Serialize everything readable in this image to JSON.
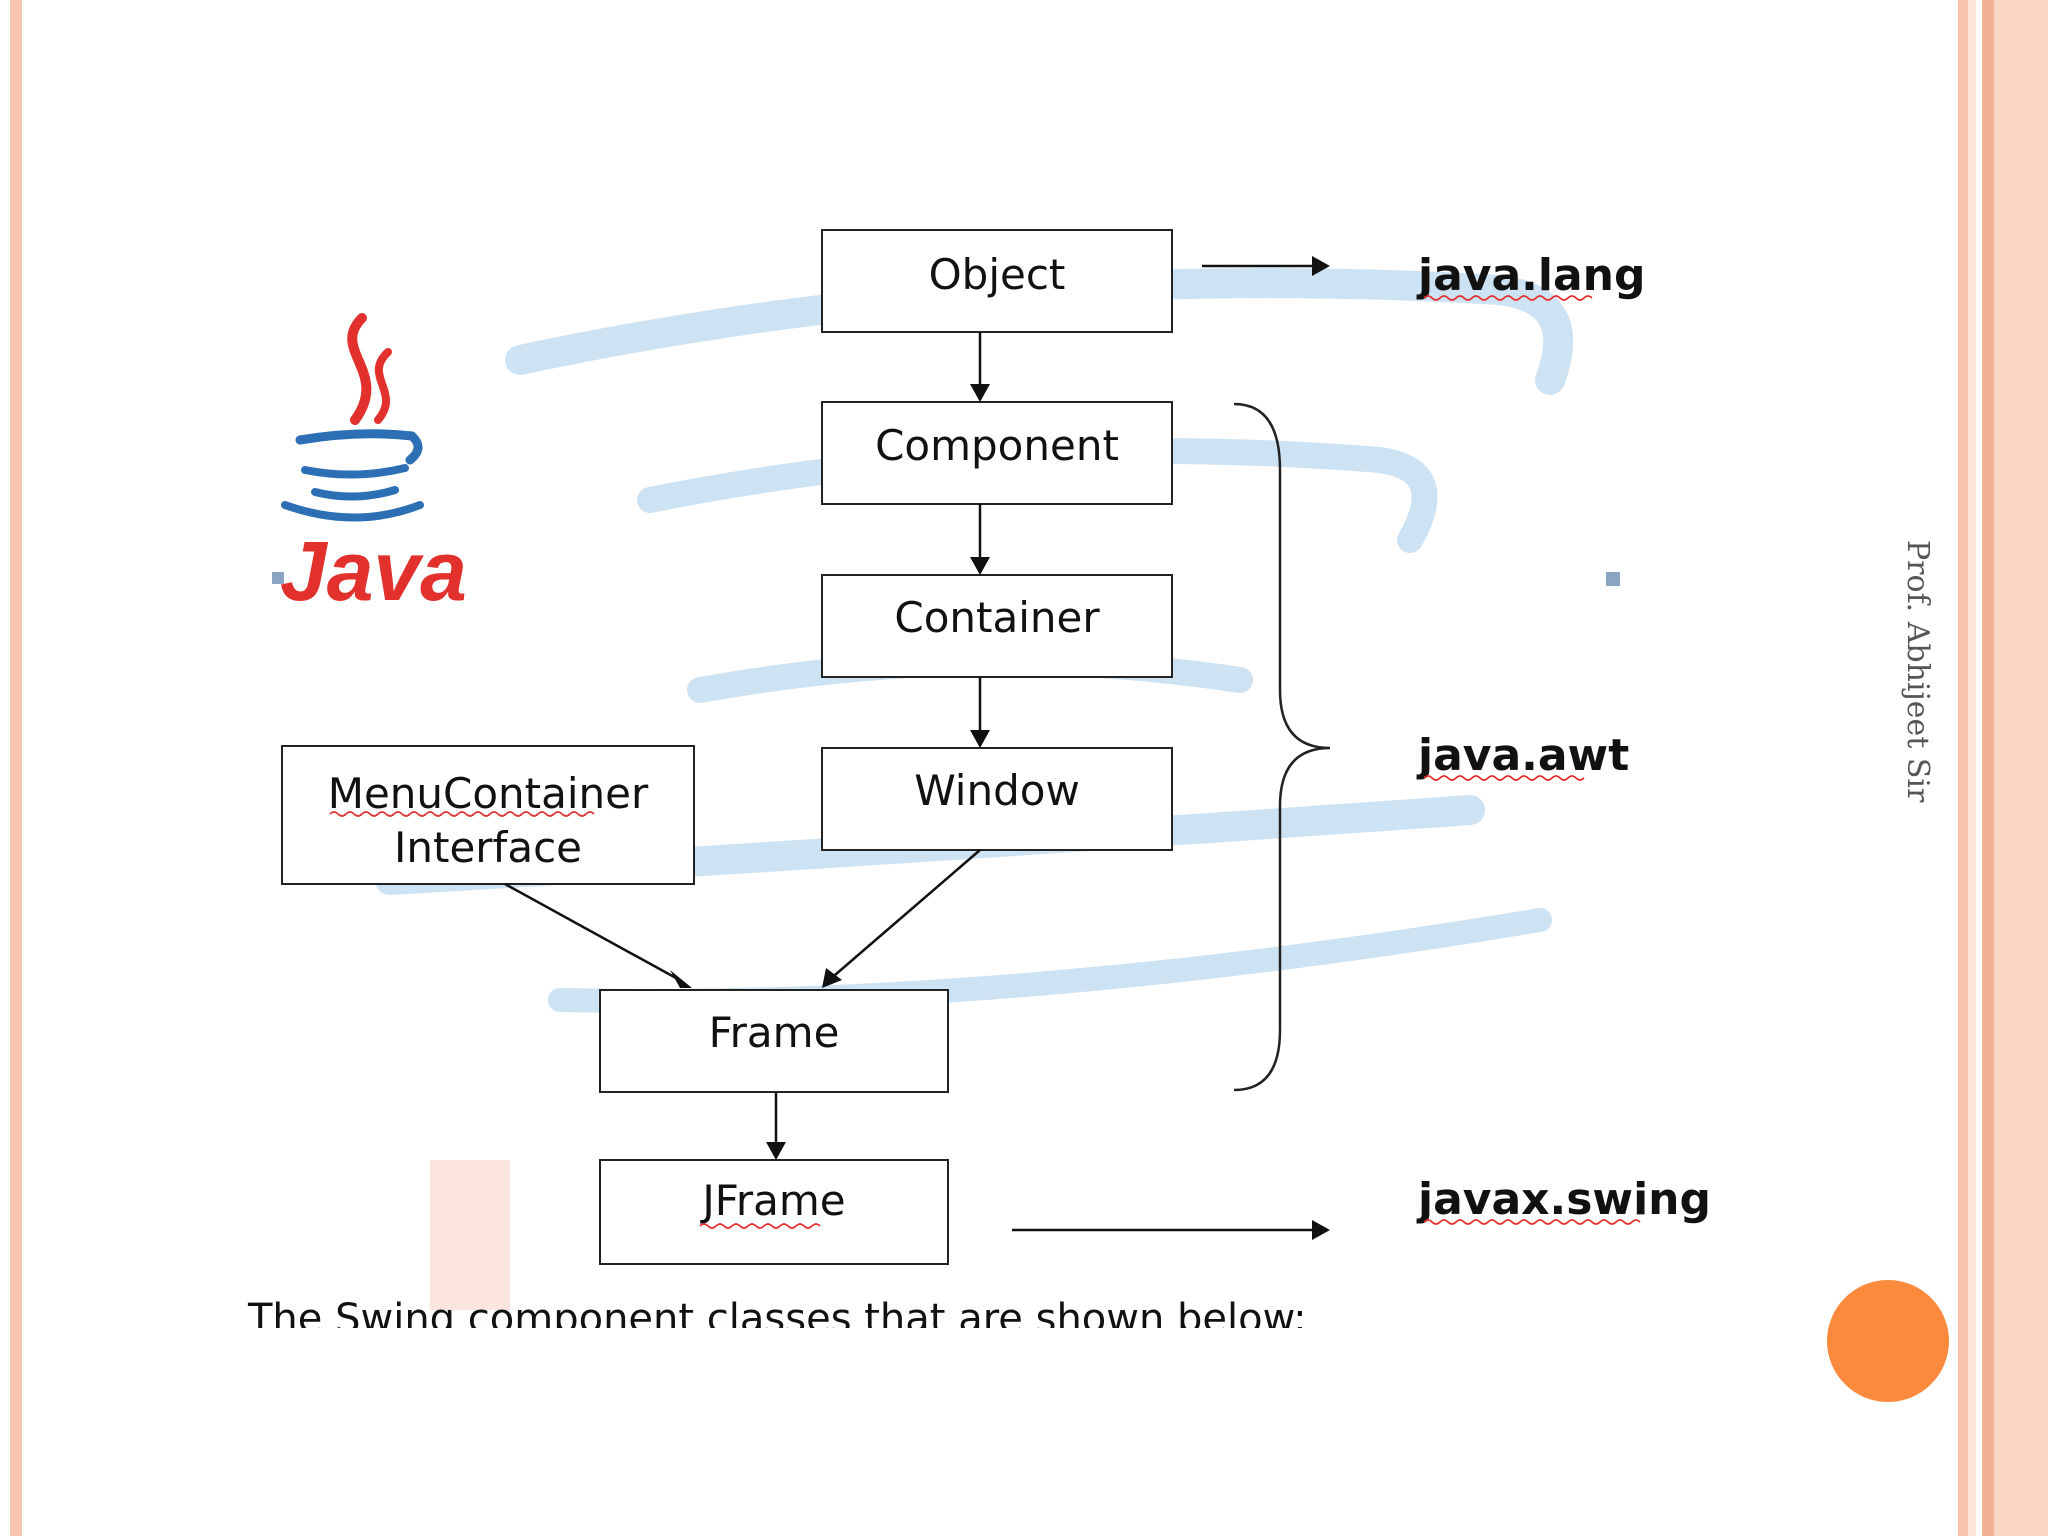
{
  "diagram": {
    "nodes": {
      "object": "Object",
      "component": "Component",
      "container": "Container",
      "window": "Window",
      "menucontainer_line1": "MenuContainer",
      "menucontainer_line2": "Interface",
      "frame": "Frame",
      "jframe": "JFrame"
    },
    "packages": {
      "lang": "java.lang",
      "awt": "java.awt",
      "swing": "javax.swing"
    },
    "caption": "The Swing component classes that are shown below:",
    "logo_text": "Java"
  },
  "slide": {
    "credit": "Prof. Abhijeet Sir"
  },
  "colors": {
    "accent_orange": "#fb8a3c",
    "java_red": "#e2312d",
    "java_blue": "#2c6fb5",
    "border_peach": "#f8c7b0"
  },
  "icons": [
    "java-logo-icon",
    "arrow-icon",
    "curly-brace-icon"
  ]
}
